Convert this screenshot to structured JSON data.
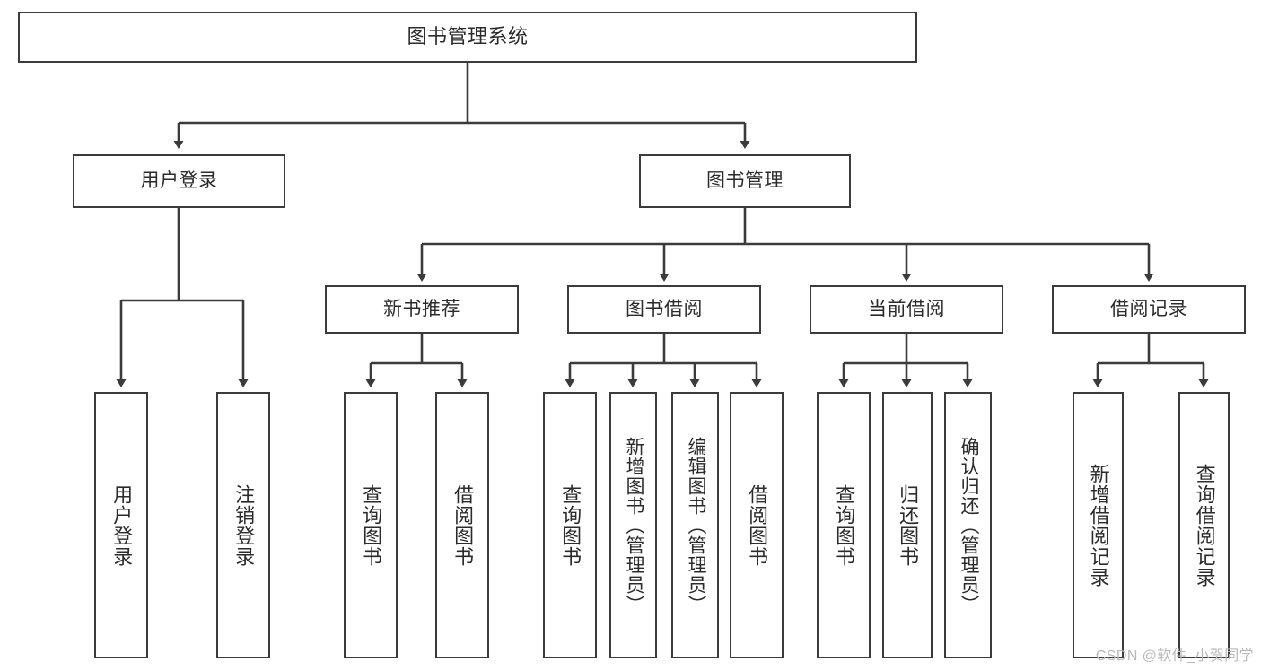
{
  "diagram": {
    "title": "图书管理系统",
    "type": "tree",
    "colors": {
      "stroke": "#3b3b3b",
      "fill": "#ffffff",
      "text": "#2b2b2b",
      "watermark": "#b9b9b9"
    },
    "root": {
      "label": "图书管理系统"
    },
    "level2": [
      {
        "label": "用户登录"
      },
      {
        "label": "图书管理"
      }
    ],
    "level3": [
      {
        "label": "新书推荐"
      },
      {
        "label": "图书借阅"
      },
      {
        "label": "当前借阅"
      },
      {
        "label": "借阅记录"
      }
    ],
    "leaves": {
      "user_login": [
        {
          "label": "用户登录"
        },
        {
          "label": "注销登录"
        }
      ],
      "new_book_recommend": [
        {
          "label": "查询图书"
        },
        {
          "label": "借阅图书"
        }
      ],
      "book_borrow": [
        {
          "label": "查询图书"
        },
        {
          "label": "新增图书（管理员）"
        },
        {
          "label": "编辑图书（管理员）"
        },
        {
          "label": "借阅图书"
        }
      ],
      "current_borrow": [
        {
          "label": "查询图书"
        },
        {
          "label": "归还图书"
        },
        {
          "label": "确认归还（管理员）"
        }
      ],
      "borrow_records": [
        {
          "label": "新增借阅记录"
        },
        {
          "label": "查询借阅记录"
        }
      ]
    }
  },
  "watermark": {
    "text": "CSDN @软件_小贺同学"
  }
}
